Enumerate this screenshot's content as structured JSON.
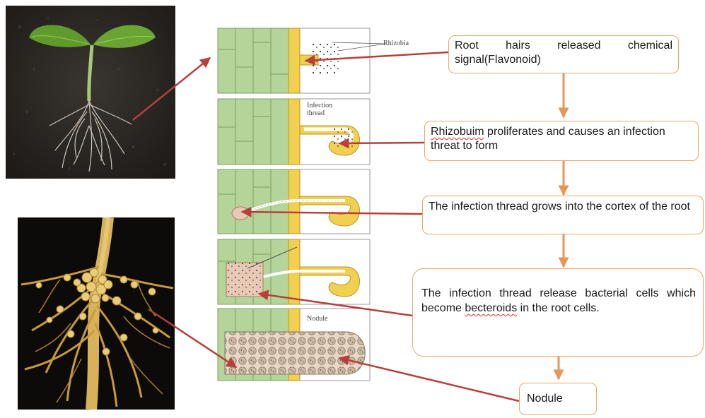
{
  "diagram": {
    "panels": {
      "rhizobia_label": "Rhizobia",
      "infection_thread_label_line1": "Infection",
      "infection_thread_label_line2": "thread",
      "nodule_panel_label": "Nodule"
    },
    "steps": [
      {
        "text": "Root hairs released chemical signal(Flavonoid)"
      },
      {
        "text_pre": "",
        "misspelled": "Rhizobuim",
        "text_post": " proliferates and causes an infection threat to form"
      },
      {
        "text": "The infection thread grows into the cortex of the root"
      },
      {
        "text_pre": "The infection thread release bacterial cells  which become ",
        "misspelled": "becteroids",
        "text_post": " in the root cells."
      },
      {
        "text": "Nodule"
      }
    ],
    "colors": {
      "box_border": "#e8a868",
      "flow_arrow": "#e8955a",
      "pointer_arrow": "#b5403c",
      "cell_green": "#b5d49a",
      "root_hair_yellow": "#f1cf4f"
    },
    "photos": [
      {
        "icon": "seedling-photo"
      },
      {
        "icon": "root-nodules-photo"
      }
    ]
  }
}
